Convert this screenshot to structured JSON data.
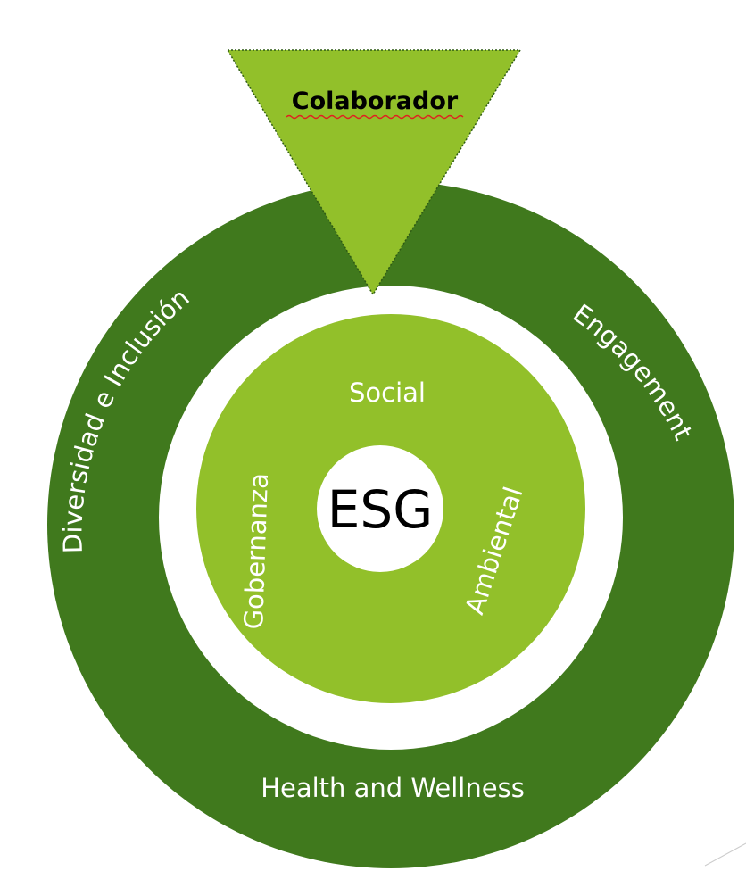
{
  "title": "Colaborador",
  "center": "ESG",
  "inner_ring": {
    "top": "Social",
    "left": "Gobernanza",
    "right": "Ambiental"
  },
  "outer_ring": {
    "left": "Diversidad e Inclusión",
    "right": "Engagement",
    "bottom": "Health and Wellness"
  },
  "colors": {
    "outer_ring": "#40791d",
    "inner_disc": "#92c02a",
    "triangle": "#92c02a",
    "gap": "#ffffff",
    "outer_text": "#ffffff",
    "inner_text": "#ffffff",
    "center_text": "#000000",
    "title_text": "#000000",
    "spell_underline": "#e02020"
  }
}
